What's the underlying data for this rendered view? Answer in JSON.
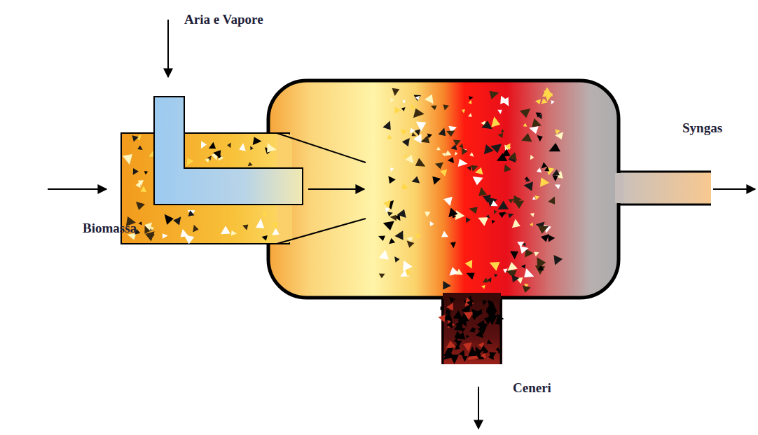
{
  "diagram": {
    "labels": [
      "Aria e Vapore",
      "Biomassa",
      "Syngas",
      "Ceneri"
    ]
  }
}
